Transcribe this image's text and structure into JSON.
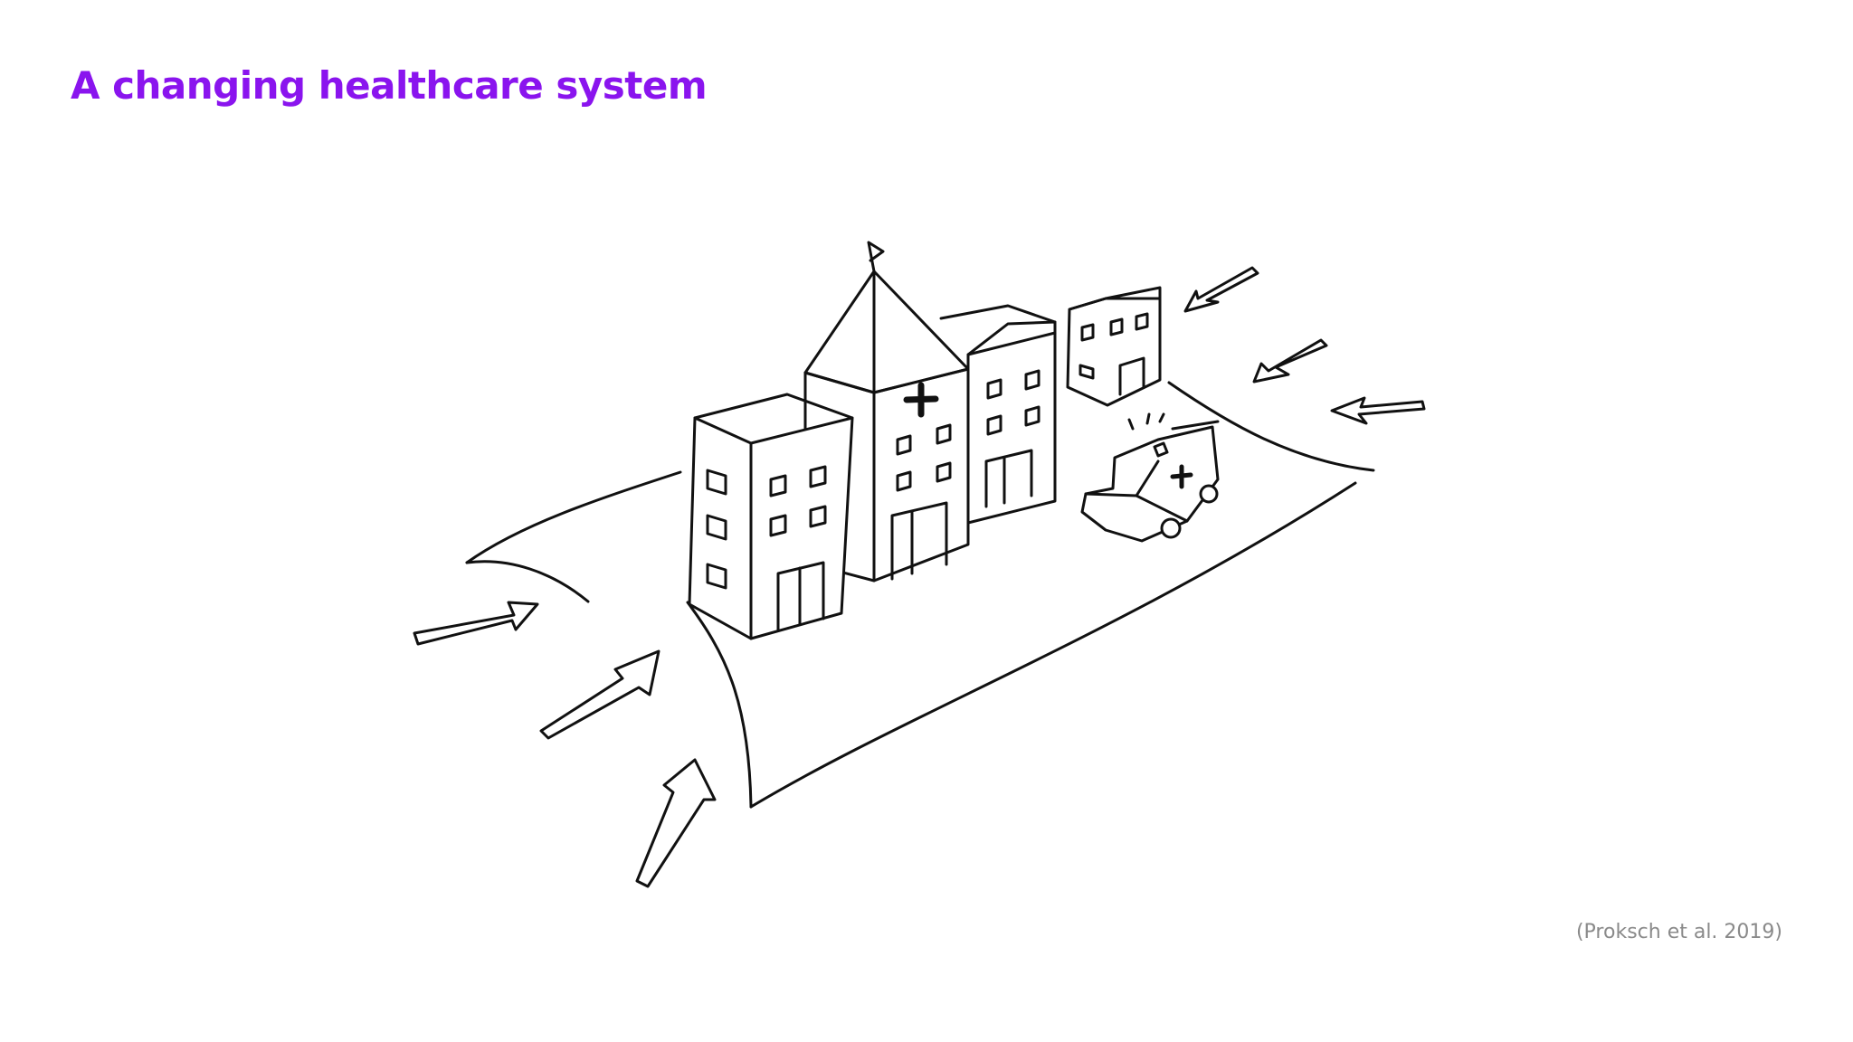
{
  "slide": {
    "title": "A changing healthcare system",
    "citation": "(Proksch et al. 2019)",
    "title_color": "#8a14ee",
    "citation_color": "#8a8a8a"
  },
  "illustration": {
    "elements": [
      "road",
      "hospital-building",
      "left-building",
      "right-building",
      "clinic-building",
      "ambulance",
      "incoming-arrows"
    ],
    "arrows_in_count": 6
  }
}
